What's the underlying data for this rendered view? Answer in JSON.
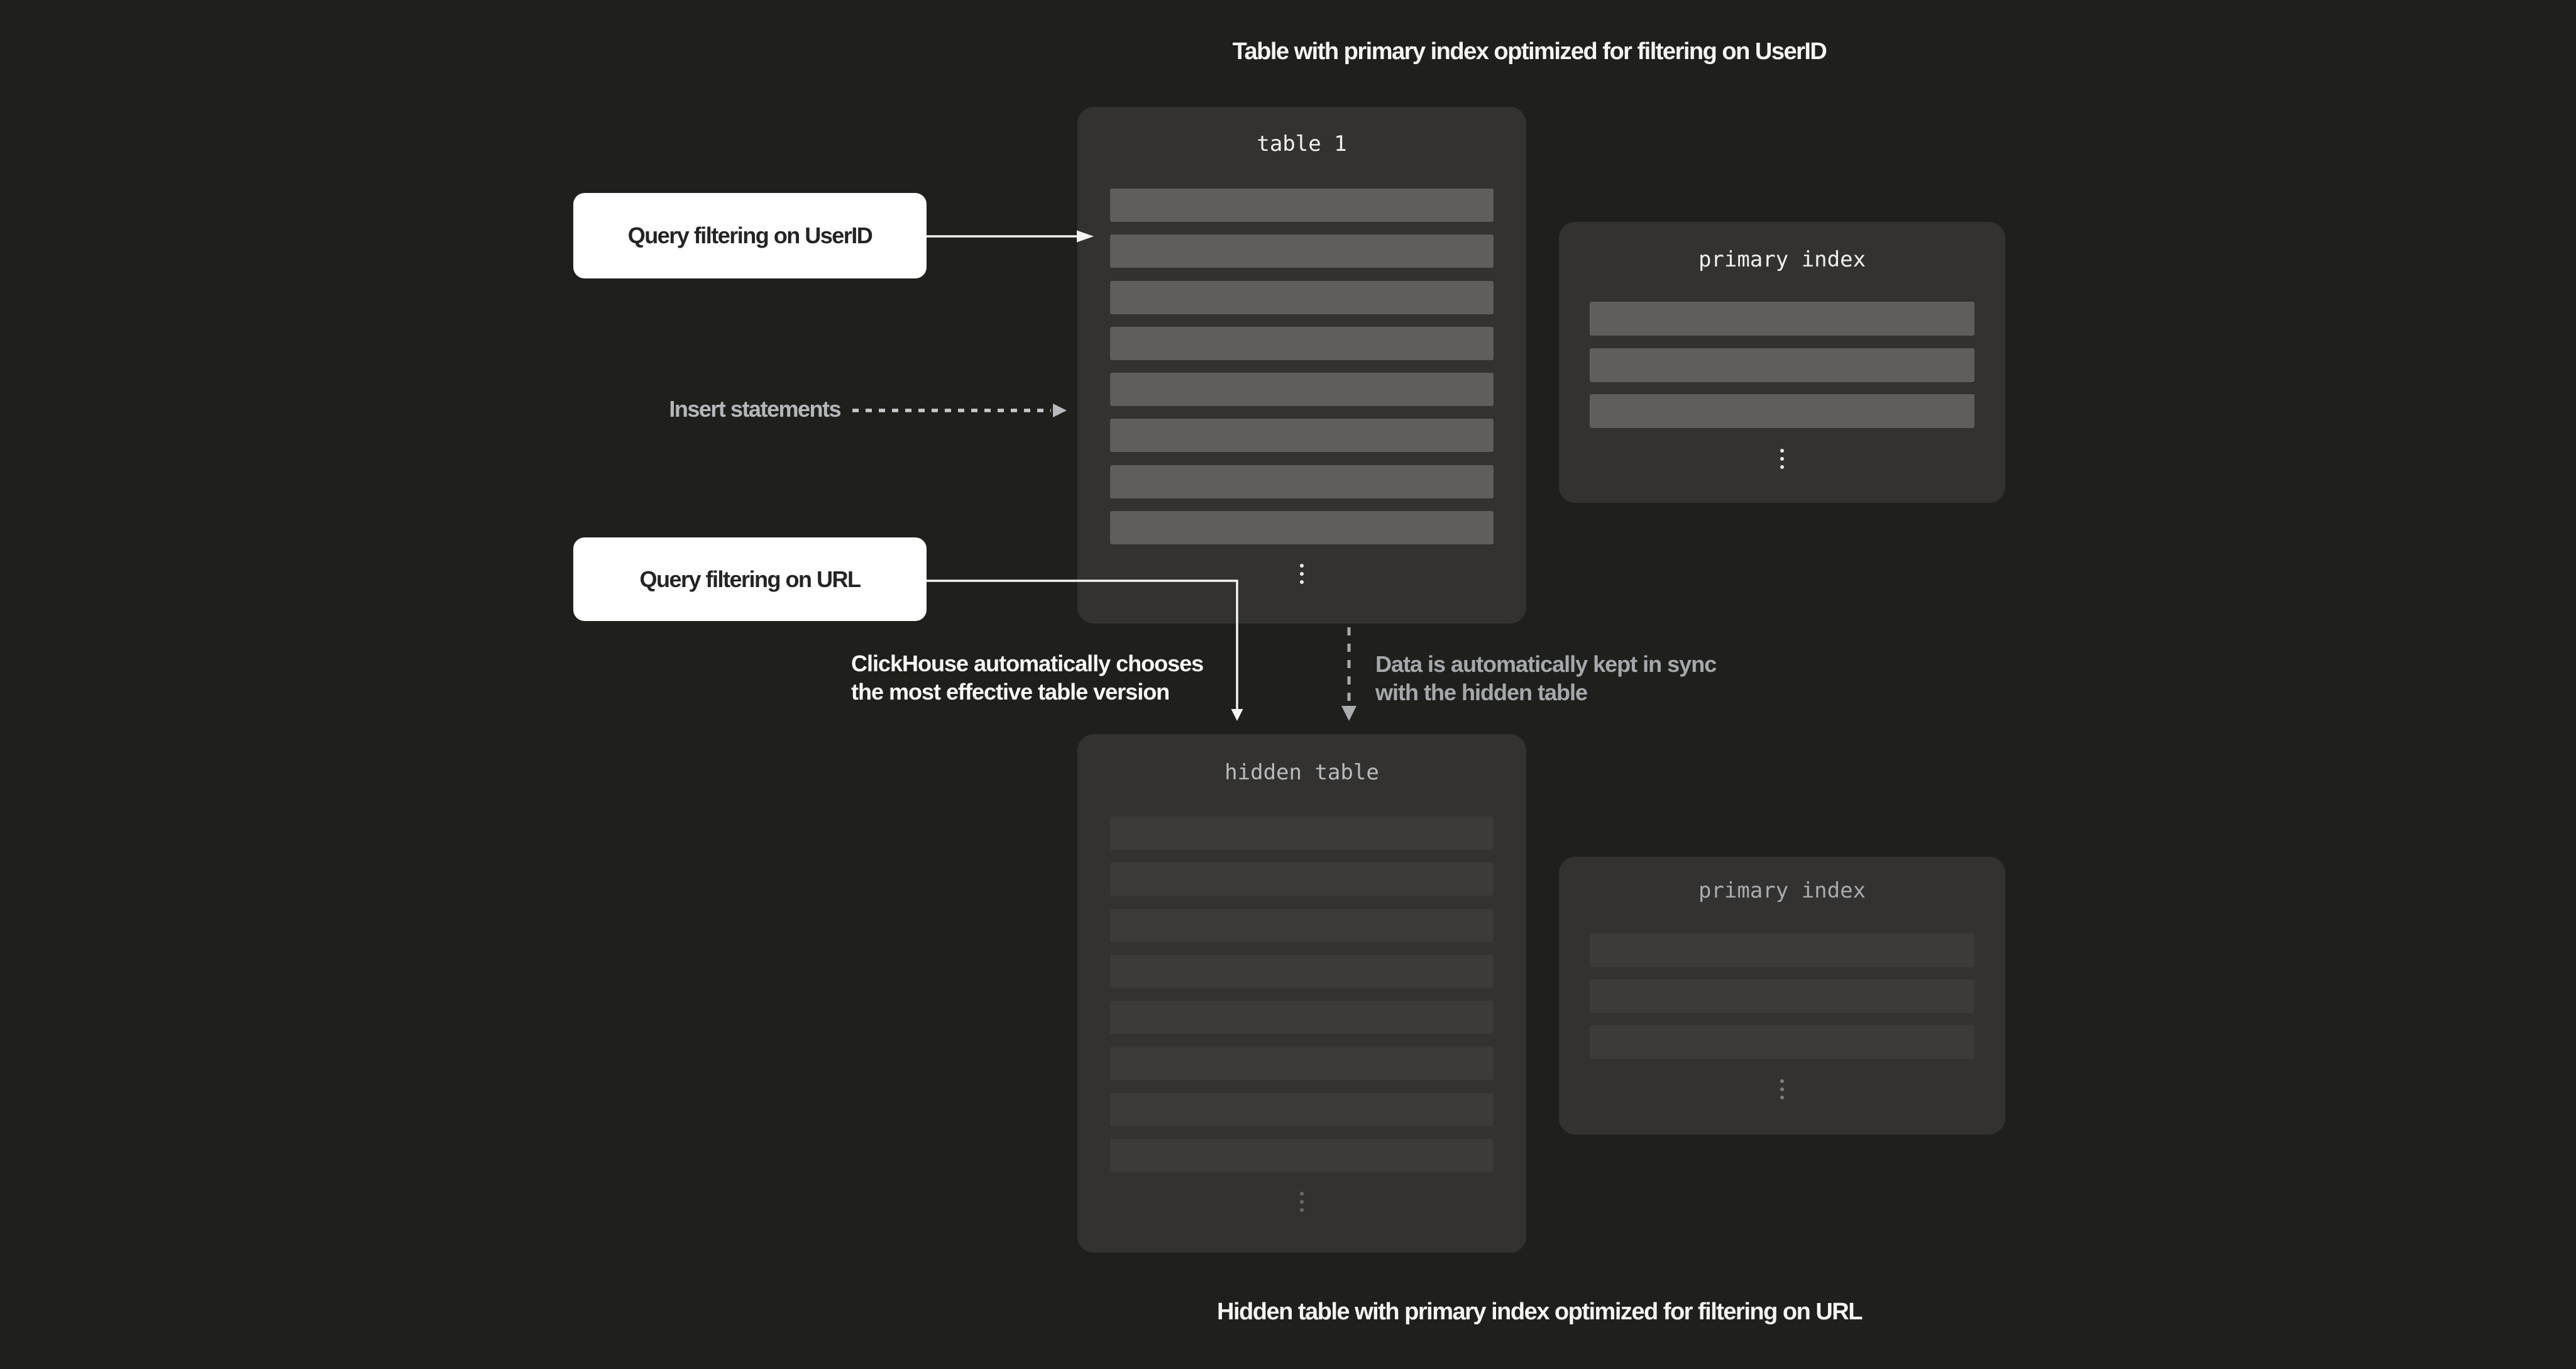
{
  "captions": {
    "top": "Table with primary index optimized for filtering on UserID",
    "bottom": "Hidden table with primary index optimized for filtering on URL"
  },
  "panels": {
    "table1": {
      "title": "table 1",
      "row_count": 8
    },
    "primary_index_top": {
      "title": "primary index",
      "row_count": 3
    },
    "hidden_table": {
      "title": "hidden table",
      "row_count": 8
    },
    "primary_index_bottom": {
      "title": "primary index",
      "row_count": 3
    }
  },
  "labels": {
    "query_userid": "Query filtering on UserID",
    "query_url": "Query filtering on URL",
    "insert": "Insert statements"
  },
  "notes": {
    "clickhouse_line1": "ClickHouse automatically chooses",
    "clickhouse_line2": "the most effective table version",
    "sync_line1": "Data is automatically kept in sync",
    "sync_line2": "with the hidden table"
  },
  "colors": {
    "background": "#1f201b",
    "panel": "#333230",
    "row_bright": "#5f5e5c",
    "row_dim": "#3c3b39",
    "card": "#ffffff",
    "title_bright": "#f1f1f0",
    "title_dim": "#b9bcbd",
    "label_gray": "#b4b7ba",
    "note_gray": "#a5a8ac",
    "arrow_white": "#f4f4f2",
    "arrow_dash_light": "#c6c9cb",
    "arrow_dash_gray": "#a9acae"
  }
}
